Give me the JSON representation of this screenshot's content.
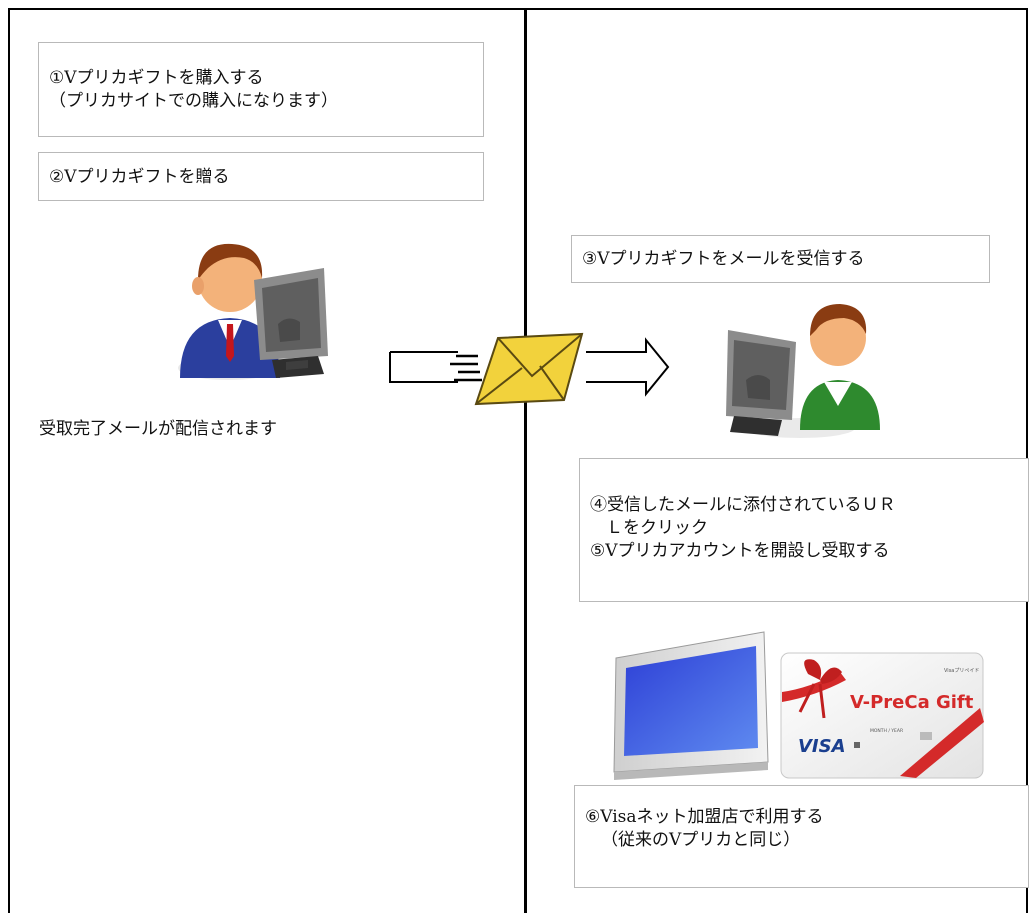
{
  "steps": {
    "step1": {
      "line1": "①Vプリカギフトを購入する",
      "line2": "（プリカサイトでの購入になります）"
    },
    "step2": {
      "line1": "②Vプリカギフトを贈る"
    },
    "step3": {
      "line1": "③Vプリカギフトをメールを受信する"
    },
    "step45": {
      "line1": "④受信したメールに添付されているＵＲ",
      "line2": "Ｌをクリック",
      "line3": "⑤Vプリカアカウントを開設し受取する"
    },
    "step6": {
      "line1": "⑥Visaネット加盟店で利用する",
      "line2": "（従来のVプリカと同じ）"
    }
  },
  "sender_notice": "受取完了メールが配信されます",
  "gift_card": {
    "brand_text": "V-PreCa Gift",
    "network": "VISA",
    "small_label": "Visaプリペイド",
    "expiry_label": "MONTH / YEAR",
    "colors": {
      "ribbon": "#d42a2a",
      "brand": "#d42a2a",
      "visa": "#1a3f8f"
    }
  },
  "colors": {
    "envelope": "#f2d23c",
    "sender_shirt": "#2b3f9e",
    "receiver_shirt": "#2e8a2e",
    "hair": "#8a3c12"
  }
}
